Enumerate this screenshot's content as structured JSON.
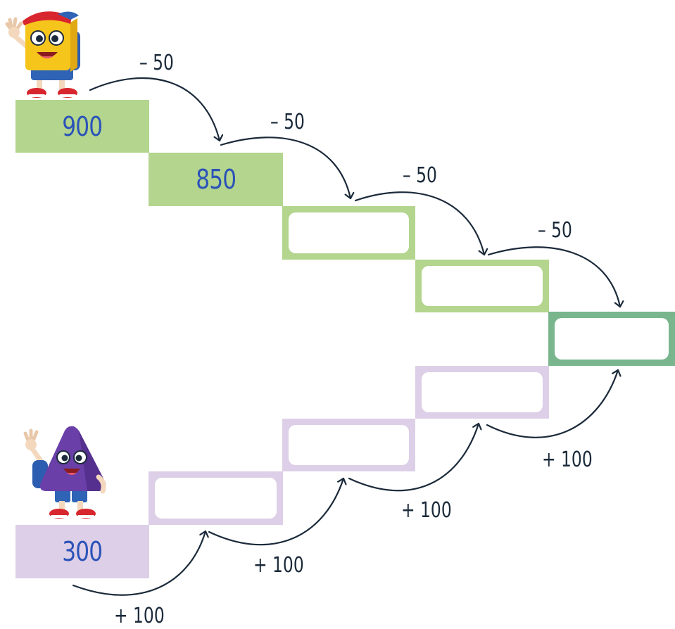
{
  "colors": {
    "green_step": "#b3d58e",
    "green_final": "#79b68d",
    "purple_step": "#ddcfe7",
    "number_text": "#2b53b8",
    "arrow": "#1b2a3a"
  },
  "icons": {
    "cube_mascot": "yellow-cube-character",
    "triangle_mascot": "purple-triangle-character"
  },
  "top_sequence": {
    "start": "900",
    "second": "850",
    "third": "",
    "fourth": "",
    "meeting": "",
    "ops": [
      "– 50",
      "– 50",
      "– 50",
      "– 50"
    ]
  },
  "bottom_sequence": {
    "start": "300",
    "second": "",
    "third": "",
    "fourth": "",
    "ops": [
      "+ 100",
      "+ 100",
      "+ 100",
      "+ 100"
    ]
  }
}
